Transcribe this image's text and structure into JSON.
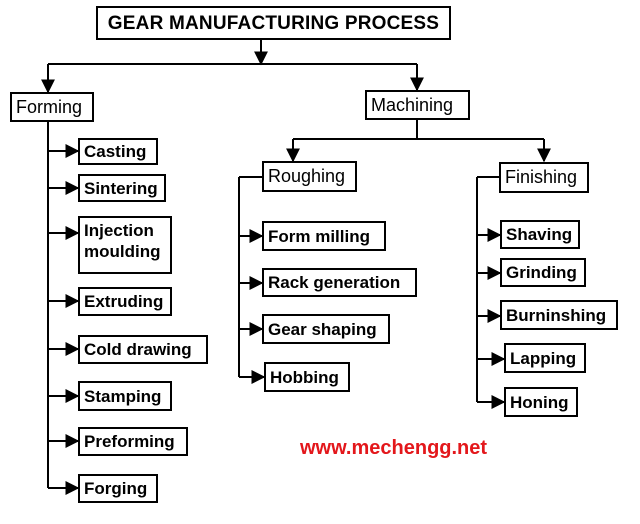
{
  "title": "GEAR MANUFACTURING PROCESS",
  "forming": {
    "label": "Forming",
    "items": [
      "Casting",
      "Sintering",
      "Injection moulding",
      "Extruding",
      "Cold drawing",
      "Stamping",
      "Preforming",
      "Forging"
    ]
  },
  "machining": {
    "label": "Machining",
    "roughing": {
      "label": "Roughing",
      "items": [
        "Form milling",
        "Rack generation",
        "Gear shaping",
        "Hobbing"
      ]
    },
    "finishing": {
      "label": "Finishing",
      "items": [
        "Shaving",
        "Grinding",
        "Burninshing",
        "Lapping",
        "Honing"
      ]
    }
  },
  "watermark": "www.mechengg.net",
  "colors": {
    "line": "#000000",
    "watermark": "#e3171b"
  }
}
